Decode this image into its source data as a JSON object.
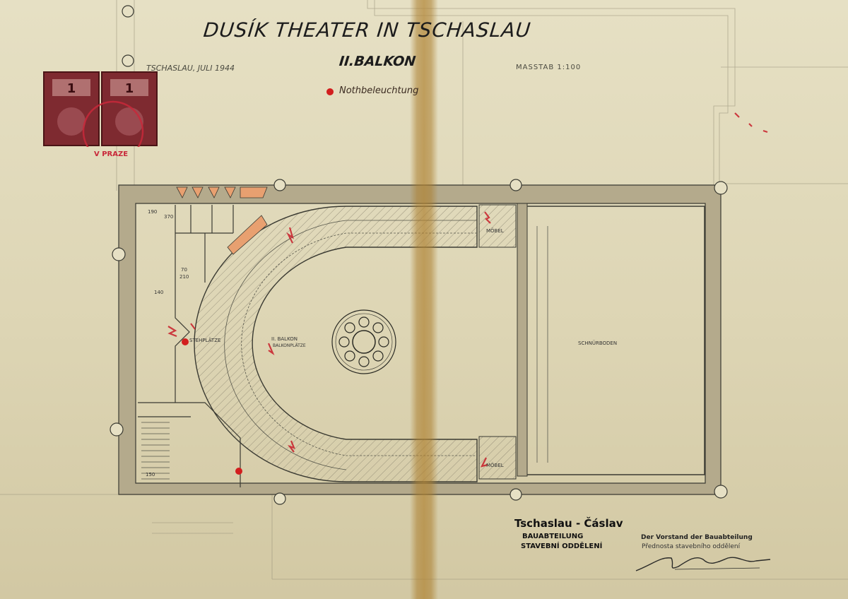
{
  "document": {
    "title": "DUSÍK THEATER IN TSCHASLAU",
    "subtitle": "II.BALKON",
    "dateline": "TSCHASLAU, JULI 1944",
    "scale": "MASSTAB 1:100",
    "legend_label": "Nothbeleuchtung",
    "legend_color": "#d21e1e"
  },
  "plan_labels": {
    "balcony": "II. BALKON",
    "balcony_seats": "BALKONPLÄTZE",
    "standing": "STEHPLÄTZE",
    "stage_floor": "SCHNÜRBODEN",
    "furniture_top": "MÖBEL",
    "furniture_bottom": "MÖBEL"
  },
  "dimensions": [
    "190",
    "370",
    "70",
    "210",
    "140",
    "150"
  ],
  "stamps": {
    "revenue_stamp_value": "1",
    "seal_text": "V PRAZE"
  },
  "footer": {
    "city": "Tschaslau - Čáslav",
    "department_de": "BAUABTEILUNG",
    "department_cz": "STAVEBNÍ ODDĚLENÍ",
    "board_de": "Der Vorstand der Bauabteilung",
    "board_cz": "Přednosta stavebního oddělení"
  }
}
